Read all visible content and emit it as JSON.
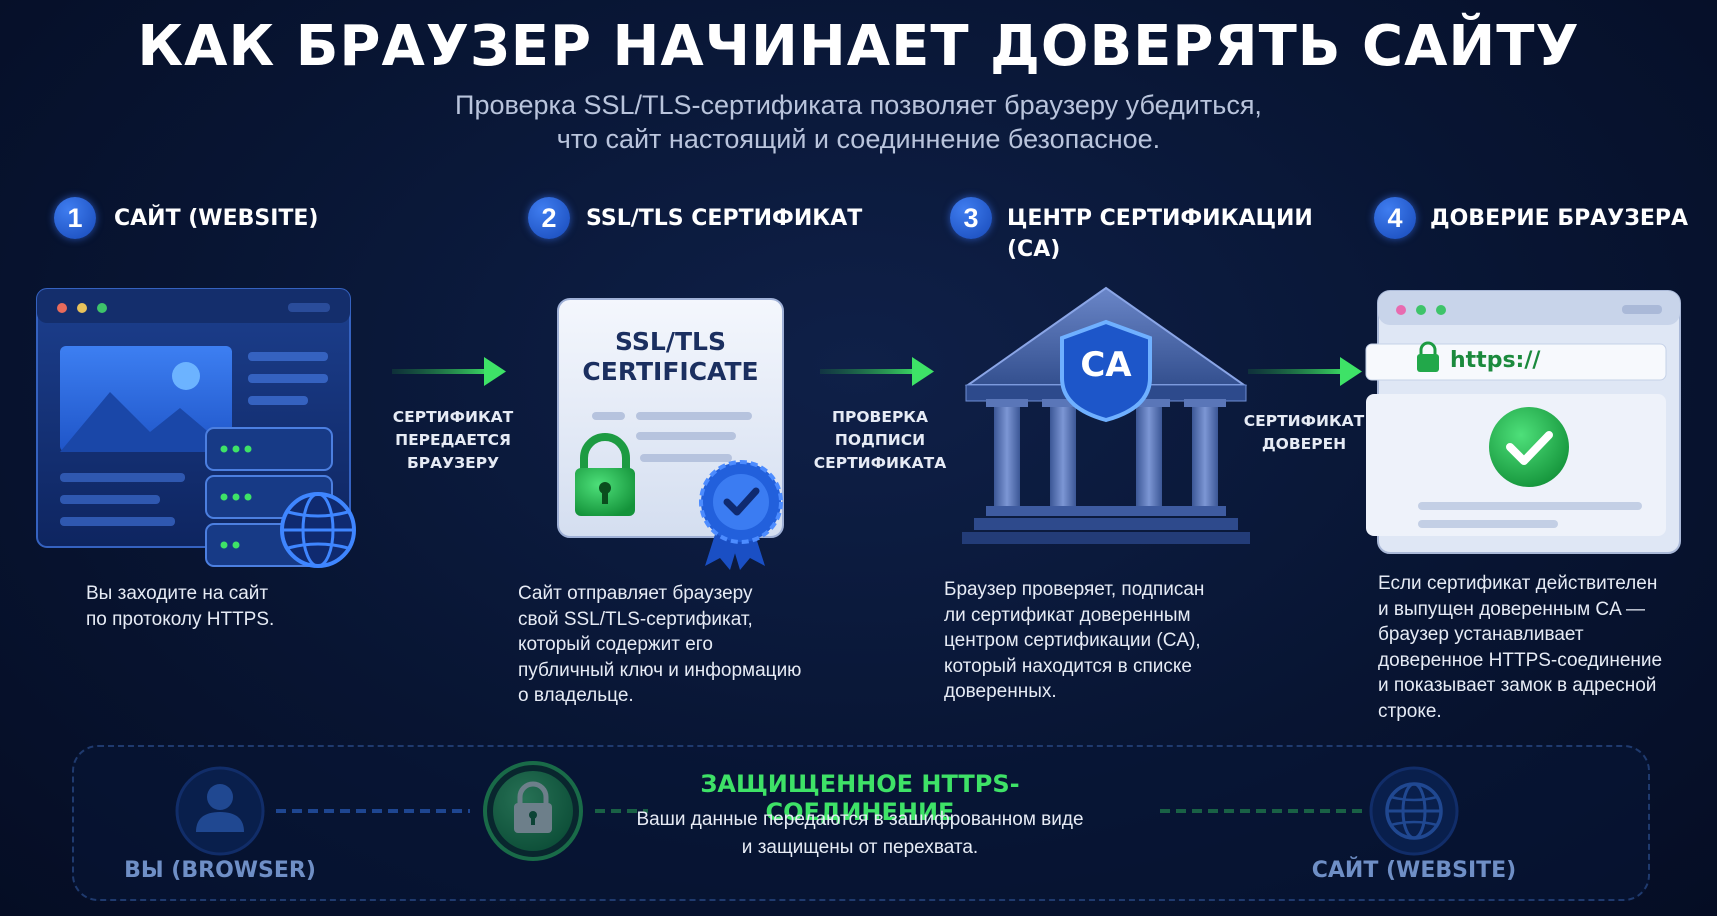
{
  "header": {
    "title": "КАК БРАУЗЕР НАЧИНАЕТ ДОВЕРЯТЬ САЙТУ",
    "subtitle_lines": [
      "Проверка SSL/TLS-сертификата позволяет браузеру убедиться,",
      "что сайт настоящий и соединнение безопасное."
    ]
  },
  "steps": [
    {
      "number": "1",
      "title_lines": [
        "САЙТ (WEBSITE)"
      ],
      "description_lines": [
        "Вы заходите на сайт",
        "по протоколу HTTPS."
      ]
    },
    {
      "number": "2",
      "title_lines": [
        "SSL/TLS СЕРТИФИКАТ"
      ],
      "description_lines": [
        "Сайт отправляет браузеру",
        "свой SSL/TLS-сертификат,",
        "который содержит его",
        "публичный ключ и информацию",
        "о владельце."
      ]
    },
    {
      "number": "3",
      "title_lines": [
        "ЦЕНТР СЕРТИФИКАЦИИ",
        "(CA)"
      ],
      "description_lines": [
        "Браузер проверяет, подписан",
        "ли сертификат доверенным",
        "центром сертификации (CA),",
        "который находится в списке",
        "доверенных."
      ]
    },
    {
      "number": "4",
      "title_lines": [
        "ДОВЕРИЕ БРАУЗЕРА"
      ],
      "description_lines": [
        "Если сертификат действителен",
        "и выпущен доверенным CA —",
        "браузер устанавливает",
        "доверенное HTTPS-соединение",
        "и показывает замок в адресной",
        "строке."
      ]
    }
  ],
  "arrows": [
    {
      "label_lines": [
        "СЕРТИФИКАТ",
        "ПЕРЕДАЕТСЯ",
        "БРАУЗЕРУ"
      ]
    },
    {
      "label_lines": [
        "ПРОВЕРКА",
        "ПОДПИСИ",
        "СЕРТИФИКАТА"
      ]
    },
    {
      "label_lines": [
        "СЕРТИФИКАТ",
        "ДОВЕРЕН"
      ]
    }
  ],
  "certificate": {
    "title_lines": [
      "SSL/TLS",
      "CERTIFICATE"
    ]
  },
  "ca_building": {
    "shield_text": "CA"
  },
  "browser_window": {
    "url_text": "https://"
  },
  "bottom": {
    "title": "ЗАЩИЩЕННОЕ HTTPS-СОЕДИНЕНИЕ",
    "text_lines": [
      "Ваши данные передаются в зашифрованном виде",
      "и защищены от перехвата."
    ],
    "left_label": "ВЫ (BROWSER)",
    "right_label": "САЙТ (WEBSITE)"
  },
  "colors": {
    "background": "#081533",
    "accent_blue": "#2d6ee6",
    "accent_green": "#34d15a",
    "text": "#ffffff"
  },
  "icons": [
    "website-window-icon",
    "server-icon",
    "globe-icon",
    "certificate-icon",
    "lock-icon",
    "badge-check-icon",
    "bank-building-icon",
    "shield-icon",
    "browser-window-icon",
    "check-circle-icon",
    "user-icon",
    "arrow-right-icon"
  ]
}
